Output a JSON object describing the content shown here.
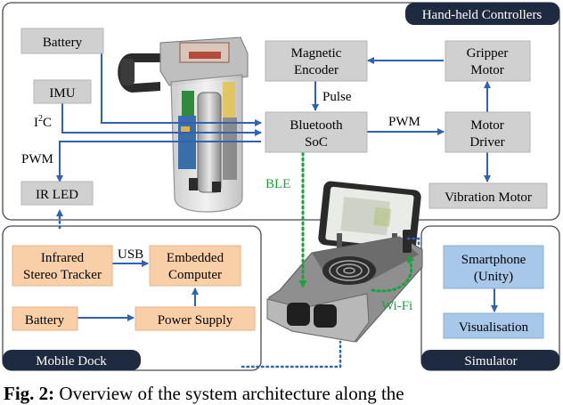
{
  "colors": {
    "panel_stroke": "#444b55",
    "title_fill": "#1e2a3f",
    "grey_box": "#d0d0d0",
    "orange_box": "#f9cfa8",
    "blue_box": "#a7c8e8",
    "arrow_blue": "#2f61b5",
    "ble_green": "#1aa33d"
  },
  "panels": {
    "handheld_title": "Hand-held Controllers",
    "dock_title": "Mobile Dock",
    "simulator_title": "Simulator"
  },
  "nodes": {
    "battery_top": "Battery",
    "imu": "IMU",
    "ir_led": "IR LED",
    "magnetic_encoder": [
      "Magnetic",
      "Encoder"
    ],
    "bluetooth_soc": [
      "Bluetooth",
      "SoC"
    ],
    "gripper_motor": [
      "Gripper",
      "Motor"
    ],
    "motor_driver": [
      "Motor",
      "Driver"
    ],
    "vibration_motor": "Vibration Motor",
    "infrared_tracker": [
      "Infrared",
      "Stereo Tracker"
    ],
    "embedded_computer": [
      "Embedded",
      "Computer"
    ],
    "battery_dock": "Battery",
    "power_supply": "Power Supply",
    "smartphone": [
      "Smartphone",
      "(Unity)"
    ],
    "visualisation": "Visualisation"
  },
  "labels": {
    "i2c_prefix": "I",
    "i2c_sup": "2",
    "i2c_suffix": "C",
    "pwm_left": "PWM",
    "pulse": "Pulse",
    "pwm_mid": "PWM",
    "ble": "BLE",
    "usb": "USB",
    "wifi": "Wi-Fi"
  },
  "caption": {
    "prefix": "Fig. 2:",
    "text": " Overview of the system architecture along the"
  }
}
